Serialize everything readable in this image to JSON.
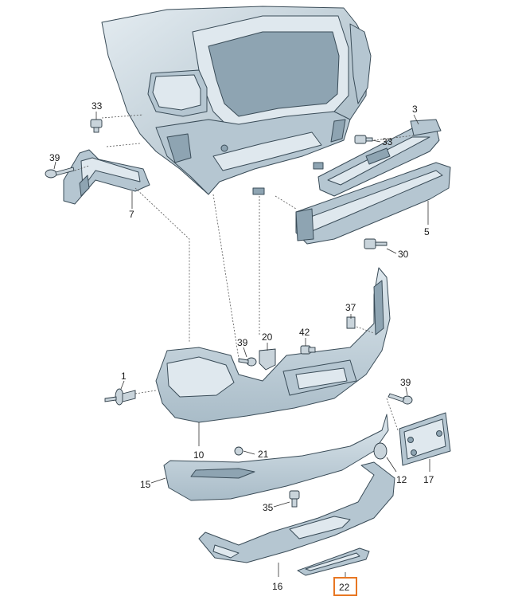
{
  "callouts": {
    "c1": "1",
    "c3": "3",
    "c5": "5",
    "c7": "7",
    "c10": "10",
    "c12": "12",
    "c15": "15",
    "c16": "16",
    "c17": "17",
    "c20": "20",
    "c21": "21",
    "c22": "22",
    "c30": "30",
    "c33a": "33",
    "c33b": "33",
    "c35": "35",
    "c37": "37",
    "c39a": "39",
    "c39b": "39",
    "c39c": "39",
    "c42": "42"
  },
  "colors": {
    "highlight": "#e87722",
    "part_fill": "#b5c6d1",
    "outline": "#3a4c58"
  },
  "highlighted_part": "22"
}
